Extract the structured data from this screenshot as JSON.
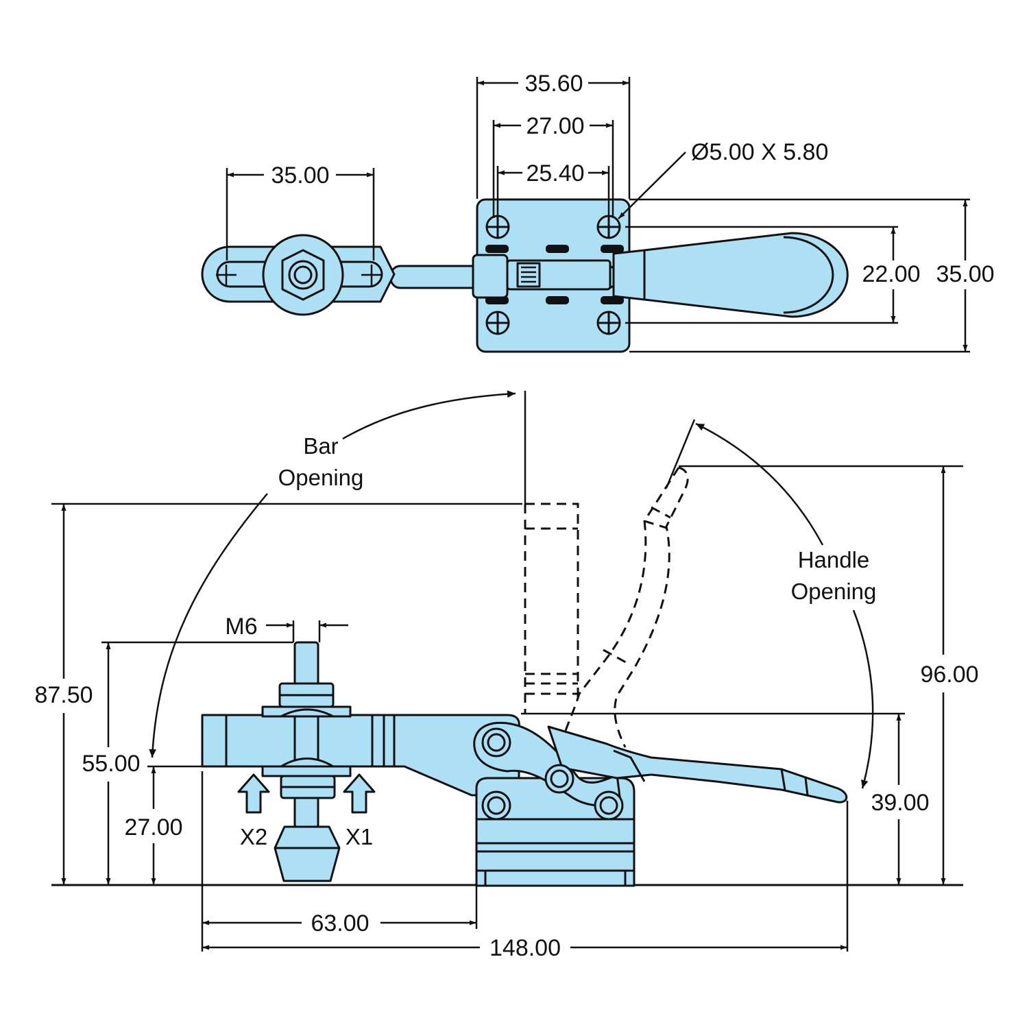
{
  "top_view": {
    "dim_overall_width": "35.60",
    "dim_hole_spacing_outer": "27.00",
    "dim_hole_spacing_inner": "25.40",
    "dim_spindle_slot": "35.00",
    "dim_hole_size": "Ø5.00 X 5.80",
    "dim_handle_width": "22.00",
    "dim_base_depth": "35.00"
  },
  "side_view": {
    "bar_opening_line1": "Bar",
    "bar_opening_line2": "Opening",
    "handle_opening_line1": "Handle",
    "handle_opening_line2": "Opening",
    "dim_thread": "M6",
    "dim_bar_open_height": "87.50",
    "dim_spindle_height": "55.00",
    "dim_bar_height": "27.00",
    "dim_overall_height": "96.00",
    "dim_handle_height": "39.00",
    "dim_spindle_offset": "63.00",
    "dim_overall_length": "148.00",
    "force_label_x2": "X2",
    "force_label_x1": "X1"
  },
  "colors": {
    "part_fill": "#aee0f5",
    "outline": "#111111",
    "background": "#ffffff"
  }
}
